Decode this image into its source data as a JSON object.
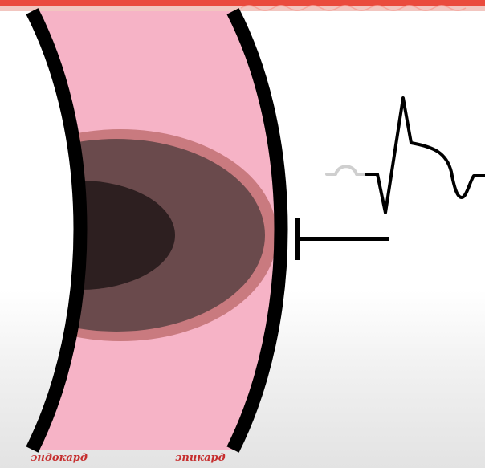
{
  "labels": {
    "endocardium": "эндокард",
    "epicardium": "эпикард"
  },
  "colors": {
    "banner": "#ea4b3d",
    "wall": "#f6b3c6",
    "wall_edge": "#000000",
    "injury_outer": "#c97a7f",
    "injury_middle": "#6a4a4c",
    "injury_core": "#2d1f20",
    "label": "#c62e2e",
    "ecg_trace": "#000000",
    "ecg_faded": "#cfcfcf"
  },
  "icons": {
    "electrode": "electrode-icon",
    "ecg": "st-elevation-ecg-trace"
  }
}
